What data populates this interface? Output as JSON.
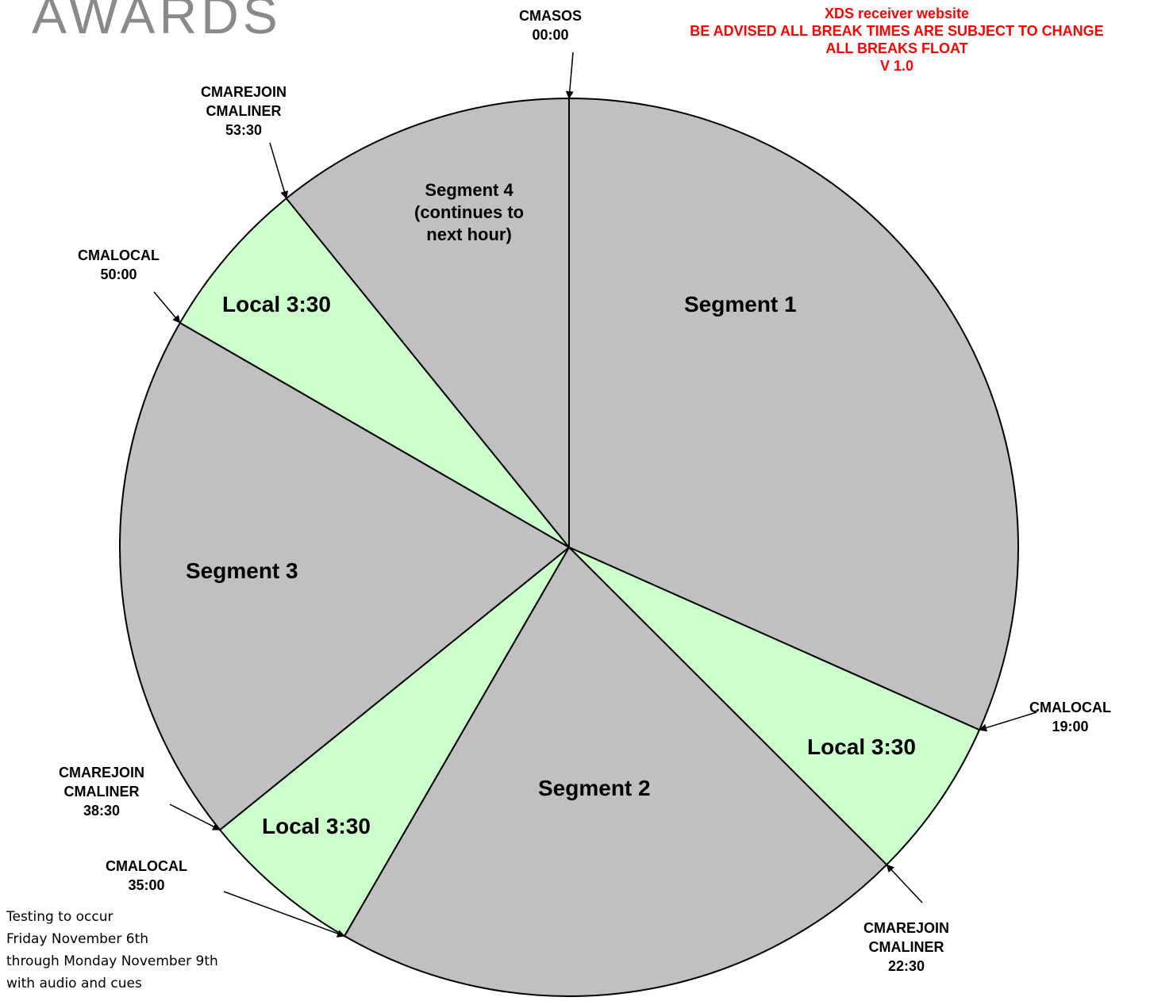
{
  "logo_text": "AWARDS",
  "notice": {
    "lines": [
      "XDS receiver website",
      "BE ADVISED ALL BREAK TIMES ARE SUBJECT TO CHANGE",
      "ALL BREAKS FLOAT",
      "V 1.0"
    ],
    "color": "#ff0000"
  },
  "colors": {
    "segment_fill": "#c0c0c0",
    "local_fill": "#ccffcc",
    "outline": "#000000",
    "notice": "#ff0000",
    "logo": "#8a8a8a"
  },
  "cues": [
    {
      "id": "top",
      "lines": [
        "CMASOS",
        "00:00"
      ]
    },
    {
      "id": "rejoin-53",
      "lines": [
        "CMAREJOIN",
        "CMALINER",
        "53:30"
      ]
    },
    {
      "id": "local-50",
      "lines": [
        "CMALOCAL",
        "50:00"
      ]
    },
    {
      "id": "local-19",
      "lines": [
        "CMALOCAL",
        "19:00"
      ]
    },
    {
      "id": "rejoin-22",
      "lines": [
        "CMAREJOIN",
        "CMALINER",
        "22:30"
      ]
    },
    {
      "id": "rejoin-38",
      "lines": [
        "CMAREJOIN",
        "CMALINER",
        "38:30"
      ]
    },
    {
      "id": "local-35",
      "lines": [
        "CMALOCAL",
        "35:00"
      ]
    }
  ],
  "segments": [
    {
      "id": "segment-1",
      "label": "Segment 1",
      "kind": "segment",
      "start_min": 0,
      "end_min": 19
    },
    {
      "id": "local-1",
      "label": "Local 3:30",
      "kind": "local",
      "start_min": 19,
      "end_min": 22.5
    },
    {
      "id": "segment-2",
      "label": "Segment 2",
      "kind": "segment",
      "start_min": 22.5,
      "end_min": 35
    },
    {
      "id": "local-2",
      "label": "Local 3:30",
      "kind": "local",
      "start_min": 35,
      "end_min": 38.5
    },
    {
      "id": "segment-3",
      "label": "Segment 3",
      "kind": "segment",
      "start_min": 38.5,
      "end_min": 50
    },
    {
      "id": "local-3",
      "label": "Local 3:30",
      "kind": "local",
      "start_min": 50,
      "end_min": 53.5
    },
    {
      "id": "segment-4",
      "label_lines": [
        "Segment 4",
        "(continues to",
        "next hour)"
      ],
      "kind": "segment",
      "start_min": 53.5,
      "end_min": 60
    }
  ],
  "testing_note": {
    "lines": [
      "Testing to occur",
      "Friday November 6th",
      "through Monday November 9th",
      "with audio and cues"
    ]
  }
}
